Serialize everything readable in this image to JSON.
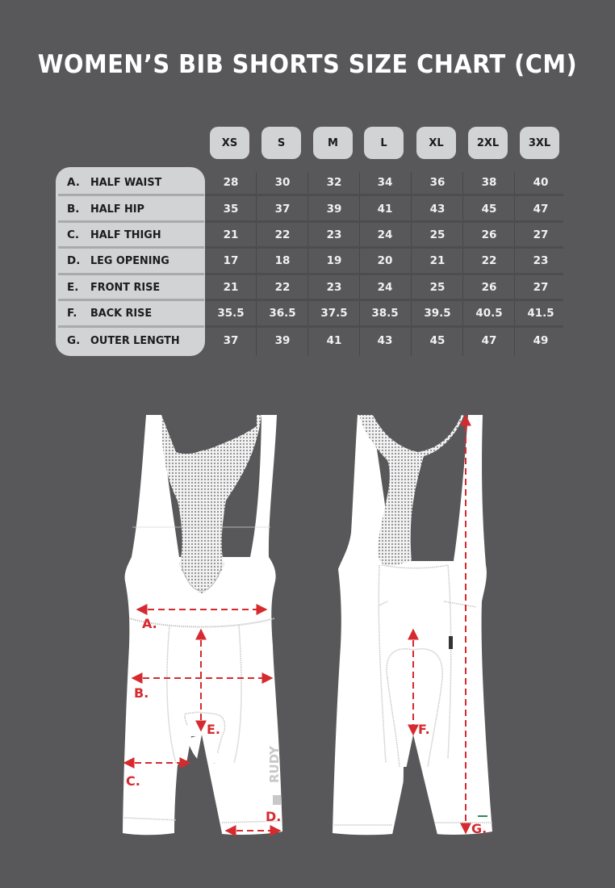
{
  "title": "WOMEN’S BIB SHORTS SIZE CHART (CM)",
  "colors": {
    "background": "#58585b",
    "pill": "#d2d3d5",
    "measure_red": "#d62a2f",
    "garment": "#ffffff"
  },
  "sizes": [
    "XS",
    "S",
    "M",
    "L",
    "XL",
    "2XL",
    "3XL"
  ],
  "measurements": [
    {
      "letter": "A.",
      "name": "HALF WAIST",
      "values": [
        "28",
        "30",
        "32",
        "34",
        "36",
        "38",
        "40"
      ]
    },
    {
      "letter": "B.",
      "name": "HALF HIP",
      "values": [
        "35",
        "37",
        "39",
        "41",
        "43",
        "45",
        "47"
      ]
    },
    {
      "letter": "C.",
      "name": "HALF THIGH",
      "values": [
        "21",
        "22",
        "23",
        "24",
        "25",
        "26",
        "27"
      ]
    },
    {
      "letter": "D.",
      "name": "LEG OPENING",
      "values": [
        "17",
        "18",
        "19",
        "20",
        "21",
        "22",
        "23"
      ]
    },
    {
      "letter": "E.",
      "name": "FRONT RISE",
      "values": [
        "21",
        "22",
        "23",
        "24",
        "25",
        "26",
        "27"
      ]
    },
    {
      "letter": "F.",
      "name": "BACK RISE",
      "values": [
        "35.5",
        "36.5",
        "37.5",
        "38.5",
        "39.5",
        "40.5",
        "41.5"
      ]
    },
    {
      "letter": "G.",
      "name": "OUTER LENGTH",
      "values": [
        "37",
        "39",
        "41",
        "43",
        "45",
        "47",
        "49"
      ]
    }
  ],
  "diagram": {
    "front_labels": [
      "A.",
      "B.",
      "C.",
      "D.",
      "E."
    ],
    "back_labels": [
      "F.",
      "G."
    ],
    "brand_text": "RUDY"
  },
  "chart_data": {
    "type": "table",
    "title": "WOMEN’S BIB SHORTS SIZE CHART (CM)",
    "columns": [
      "XS",
      "S",
      "M",
      "L",
      "XL",
      "2XL",
      "3XL"
    ],
    "rows": [
      {
        "label": "A. HALF WAIST",
        "values": [
          28,
          30,
          32,
          34,
          36,
          38,
          40
        ]
      },
      {
        "label": "B. HALF HIP",
        "values": [
          35,
          37,
          39,
          41,
          43,
          45,
          47
        ]
      },
      {
        "label": "C. HALF THIGH",
        "values": [
          21,
          22,
          23,
          24,
          25,
          26,
          27
        ]
      },
      {
        "label": "D. LEG OPENING",
        "values": [
          17,
          18,
          19,
          20,
          21,
          22,
          23
        ]
      },
      {
        "label": "E. FRONT RISE",
        "values": [
          21,
          22,
          23,
          24,
          25,
          26,
          27
        ]
      },
      {
        "label": "F. BACK RISE",
        "values": [
          35.5,
          36.5,
          37.5,
          38.5,
          39.5,
          40.5,
          41.5
        ]
      },
      {
        "label": "G. OUTER LENGTH",
        "values": [
          37,
          39,
          41,
          43,
          45,
          47,
          49
        ]
      }
    ],
    "unit": "cm"
  }
}
